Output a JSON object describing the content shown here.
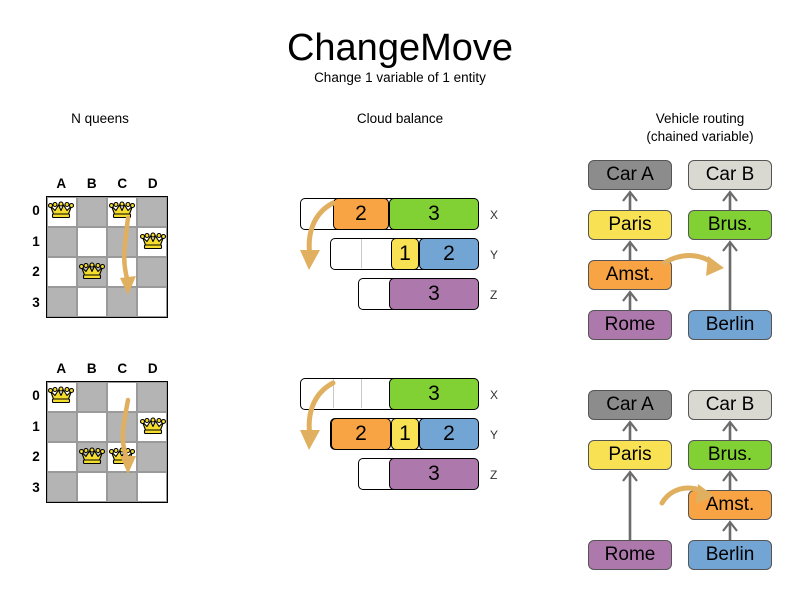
{
  "header": {
    "title": "ChangeMove",
    "subtitle": "Change 1 variable of 1 entity"
  },
  "sections": {
    "queens": {
      "label": "N queens"
    },
    "cloud": {
      "label": "Cloud balance"
    },
    "vrp": {
      "label_line1": "Vehicle routing",
      "label_line2": "(chained variable)"
    }
  },
  "nqueens": {
    "columns": [
      "A",
      "B",
      "C",
      "D"
    ],
    "rows": [
      "0",
      "1",
      "2",
      "3"
    ],
    "before": {
      "queens": [
        {
          "col": 0,
          "row": 0
        },
        {
          "col": 2,
          "row": 0
        },
        {
          "col": 3,
          "row": 1
        },
        {
          "col": 1,
          "row": 2
        }
      ],
      "move": {
        "from_col": 2,
        "from_row": 0,
        "to_col": 2,
        "to_row": 2
      }
    },
    "after": {
      "queens": [
        {
          "col": 0,
          "row": 0
        },
        {
          "col": 3,
          "row": 1
        },
        {
          "col": 1,
          "row": 2
        },
        {
          "col": 2,
          "row": 2
        }
      ],
      "move": {
        "from_col": 2,
        "from_row": 0,
        "to_col": 2,
        "to_row": 2
      }
    }
  },
  "cloudbalance": {
    "row_labels": [
      "X",
      "Y",
      "Z"
    ],
    "before": {
      "rows": [
        {
          "label": "X",
          "segments": [
            {
              "value": "2",
              "color": "#f9a444",
              "width": 56
            },
            {
              "value": "3",
              "color": "#81d134",
              "width": 90
            }
          ],
          "empty_width": 32,
          "dividers": []
        },
        {
          "label": "Y",
          "segments": [
            {
              "value": "1",
              "color": "#f9e154",
              "width": 28
            },
            {
              "value": "2",
              "color": "#72a4d4",
              "width": 60
            }
          ],
          "empty_width": 60,
          "dividers": [
            30
          ]
        },
        {
          "label": "Z",
          "segments": [
            {
              "value": "3",
              "color": "#ad79ac",
              "width": 90
            }
          ],
          "empty_width": 30,
          "dividers": []
        }
      ]
    },
    "after": {
      "rows": [
        {
          "label": "X",
          "segments": [
            {
              "value": "3",
              "color": "#81d134",
              "width": 90
            }
          ],
          "empty_width": 88,
          "dividers": [
            32,
            60
          ]
        },
        {
          "label": "Y",
          "segments": [
            {
              "value": "2",
              "color": "#f9a444",
              "width": 60
            },
            {
              "value": "1",
              "color": "#f9e154",
              "width": 28
            },
            {
              "value": "2",
              "color": "#72a4d4",
              "width": 60
            }
          ],
          "empty_width": 0,
          "dividers": []
        },
        {
          "label": "Z",
          "segments": [
            {
              "value": "3",
              "color": "#ad79ac",
              "width": 90
            }
          ],
          "empty_width": 30,
          "dividers": []
        }
      ]
    }
  },
  "vehiclerouting": {
    "before": {
      "left_chain": [
        "Car A",
        "Paris",
        "Amst.",
        "Rome"
      ],
      "right_chain": [
        "Car B",
        "Brus.",
        "Berlin"
      ],
      "moved_entity": "Amst."
    },
    "after": {
      "left_chain": [
        "Car A",
        "Paris",
        "Rome"
      ],
      "right_chain": [
        "Car B",
        "Brus.",
        "Amst.",
        "Berlin"
      ],
      "moved_entity": "Amst."
    },
    "box_colors": {
      "Car A": "#8c8c8c",
      "Car B": "#d9d9d1",
      "Paris": "#f9e154",
      "Brus.": "#81d134",
      "Amst.": "#f9a444",
      "Rome": "#ad79ac",
      "Berlin": "#72a4d4"
    }
  },
  "palette": {
    "orange": "#f9a444",
    "green": "#81d134",
    "yellow": "#f9e154",
    "blue": "#72a4d4",
    "purple": "#ad79ac",
    "arrow": "#e0b060",
    "board_gray": "#b4b4b4",
    "line_gray": "#6b6b6b"
  }
}
